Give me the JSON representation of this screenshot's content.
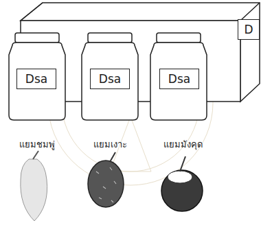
{
  "diagram": {
    "nodes": [
      {
        "text": [
          "D"
        ]
      },
      {
        "text": [
          "Dsa"
        ]
      },
      {
        "text": [
          "Dsa"
        ]
      },
      {
        "text": [
          "Dsa"
        ]
      }
    ],
    "labels": [
      "แยมชมพู่",
      "แยมเงาะ",
      "แยมมังคุด"
    ]
  }
}
